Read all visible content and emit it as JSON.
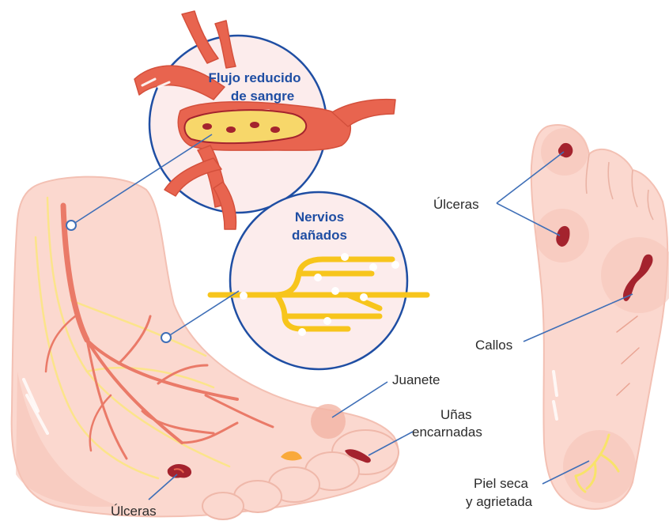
{
  "callouts": {
    "blood_flow": {
      "line1": "Flujo reducido",
      "line2": "de sangre"
    },
    "nerves": {
      "line1": "Nervios",
      "line2": "dañados"
    }
  },
  "labels": {
    "ulcers_top": "Úlceras",
    "ulcers_bottom": "Úlceras",
    "bunion": "Juanete",
    "ingrown_nails_1": "Uñas",
    "ingrown_nails_2": "encarnadas",
    "calluses": "Callos",
    "dry_skin_1": "Piel seca",
    "dry_skin_2": "y agrietada"
  },
  "colors": {
    "skin": "#fbd8cf",
    "skin_shade": "#f6c4b8",
    "vein": "#ea7a68",
    "artery": "#e8644f",
    "nerve": "#f7c51c",
    "callout_border": "#1f4ea3",
    "leader": "#3f6fb7",
    "wound": "#a4232e"
  }
}
